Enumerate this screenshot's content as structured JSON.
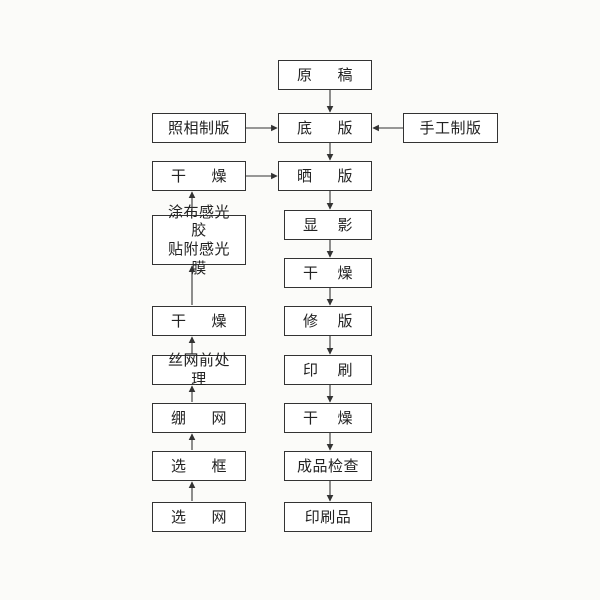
{
  "center": {
    "original": [
      "原",
      "稿"
    ],
    "base_plate": [
      "底",
      "版"
    ],
    "exposure": [
      "晒",
      "版"
    ],
    "develop": [
      "显",
      "影"
    ],
    "dry": [
      "干",
      "燥"
    ],
    "retouch": [
      "修",
      "版"
    ],
    "print": [
      "印",
      "刷"
    ],
    "dry2": [
      "干",
      "燥"
    ],
    "inspection": "成品检查",
    "product": "印刷品"
  },
  "left": {
    "photo_plate": "照相制版",
    "dry_top": [
      "干",
      "燥"
    ],
    "coating_line1": "涂布感光胶",
    "coating_line2": "贴附感光膜",
    "dry_bottom": [
      "干",
      "燥"
    ],
    "pretreat": "丝网前处理",
    "stretch": [
      "绷",
      "网"
    ],
    "select_frame": [
      "选",
      "框"
    ],
    "select_mesh": [
      "选",
      "网"
    ]
  },
  "right": {
    "manual_plate": "手工制版"
  }
}
